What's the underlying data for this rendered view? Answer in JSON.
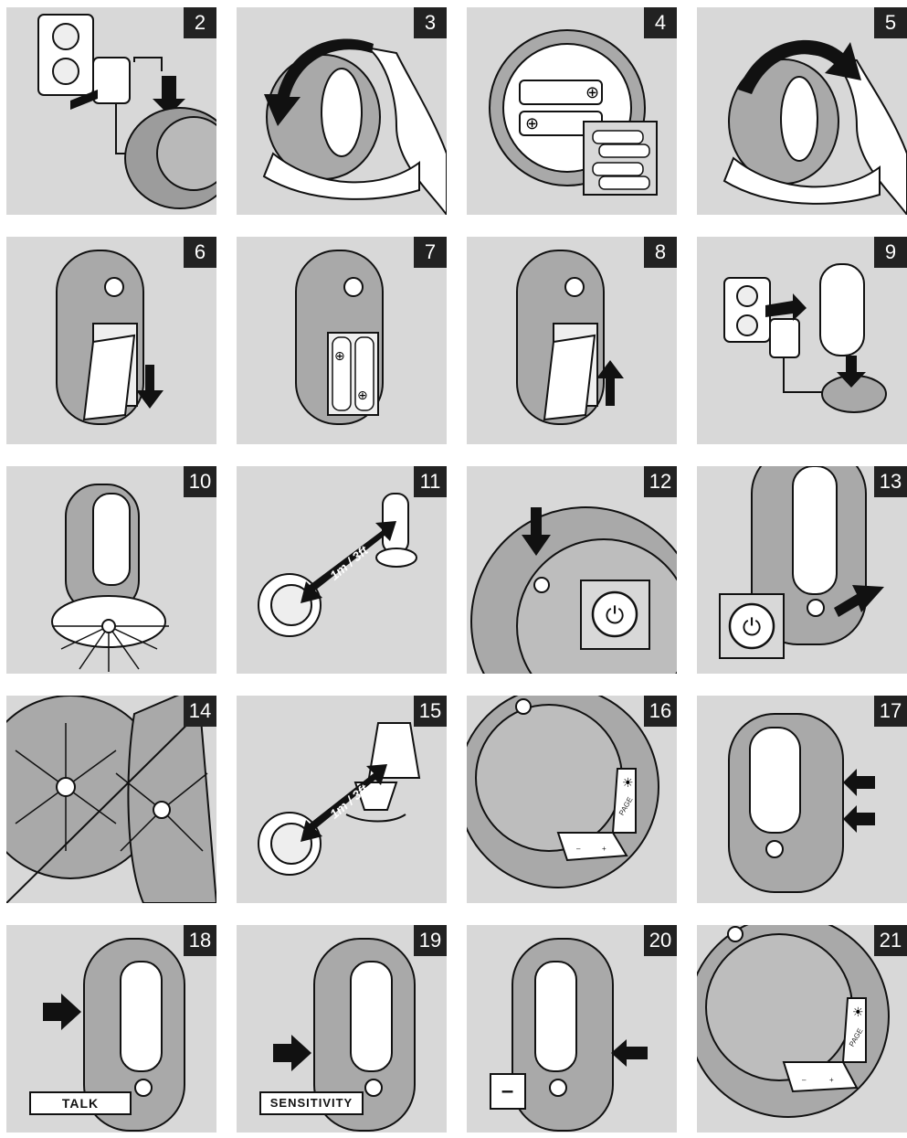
{
  "steps": [
    {
      "number": "2"
    },
    {
      "number": "3"
    },
    {
      "number": "4"
    },
    {
      "number": "5"
    },
    {
      "number": "6"
    },
    {
      "number": "7"
    },
    {
      "number": "8"
    },
    {
      "number": "9"
    },
    {
      "number": "10"
    },
    {
      "number": "11",
      "distance_label": "1m / 3ft"
    },
    {
      "number": "12"
    },
    {
      "number": "13"
    },
    {
      "number": "14"
    },
    {
      "number": "15",
      "distance_label": "1m / 3ft"
    },
    {
      "number": "16",
      "buttons": [
        "–",
        "+",
        "PAGE"
      ]
    },
    {
      "number": "17"
    },
    {
      "number": "18",
      "caption": "TALK"
    },
    {
      "number": "19",
      "caption": "SENSITIVITY"
    },
    {
      "number": "20",
      "caption": "–"
    },
    {
      "number": "21",
      "buttons": [
        "–",
        "+",
        "PAGE"
      ]
    }
  ],
  "colors": {
    "panel_bg": "#d8d8d8",
    "number_bg": "#222222",
    "number_text": "#ffffff",
    "device": "#a9a9a9",
    "outline": "#111111"
  }
}
